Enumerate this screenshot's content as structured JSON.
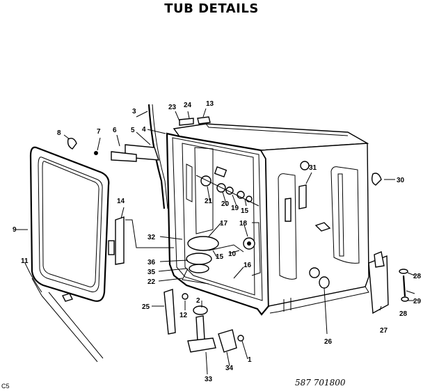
{
  "title": "TUB DETAILS",
  "callouts": [
    "1",
    "2",
    "3",
    "4",
    "5",
    "6",
    "7",
    "8",
    "9",
    "10",
    "11",
    "12",
    "13",
    "14",
    "15",
    "15",
    "16",
    "17",
    "18",
    "19",
    "20",
    "21",
    "22",
    "23",
    "24",
    "25",
    "26",
    "27",
    "28",
    "28",
    "29",
    "30",
    "31",
    "32",
    "33",
    "34",
    "35",
    "36"
  ],
  "corner_code": "C5",
  "handwritten_code": "587 701800",
  "icons": [
    "tub-body",
    "door-frame",
    "pump-assembly",
    "spray-arm"
  ]
}
